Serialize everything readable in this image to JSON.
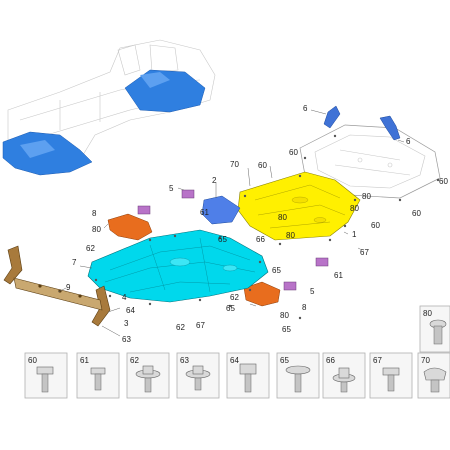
{
  "callouts": {
    "c_6a": "6",
    "c_6b": "6",
    "c_70": "70",
    "c_60a": "60",
    "c_60b": "60",
    "c_60c": "60",
    "c_80a": "80",
    "c_80b": "80",
    "c_5a": "5",
    "c_2": "2",
    "c_1": "1",
    "c_67a": "67",
    "c_80c": "80",
    "c_61a": "61",
    "c_65a": "65",
    "c_66": "66",
    "c_80d": "80",
    "c_60d": "60",
    "c_8a": "8",
    "c_80e": "80",
    "c_62a": "62",
    "c_61b": "61",
    "c_7": "7",
    "c_65b": "65",
    "c_9": "9",
    "c_4": "4",
    "c_64": "64",
    "c_3": "3",
    "c_63": "63",
    "c_62b": "62",
    "c_67b": "67",
    "c_65c": "65",
    "c_62c": "62",
    "c_80f": "80",
    "c_8b": "8",
    "c_5b": "5",
    "c_65d": "65"
  },
  "fasteners": {
    "detail_80": "80",
    "items": [
      {
        "label": "60"
      },
      {
        "label": "61"
      },
      {
        "label": "62"
      },
      {
        "label": "63"
      },
      {
        "label": "64"
      },
      {
        "label": "65"
      },
      {
        "label": "66"
      },
      {
        "label": "67"
      },
      {
        "label": "70"
      }
    ]
  },
  "colors": {
    "front_cover": "#00d8ec",
    "rear_cover": "#fff000",
    "vehicle_highlight": "#2f7fe0",
    "bracket_orange": "#e86d1e",
    "small_panel_blue": "#4f7fe8",
    "clip_purple": "#b873c8",
    "frame_brown": "#a87a3c"
  }
}
